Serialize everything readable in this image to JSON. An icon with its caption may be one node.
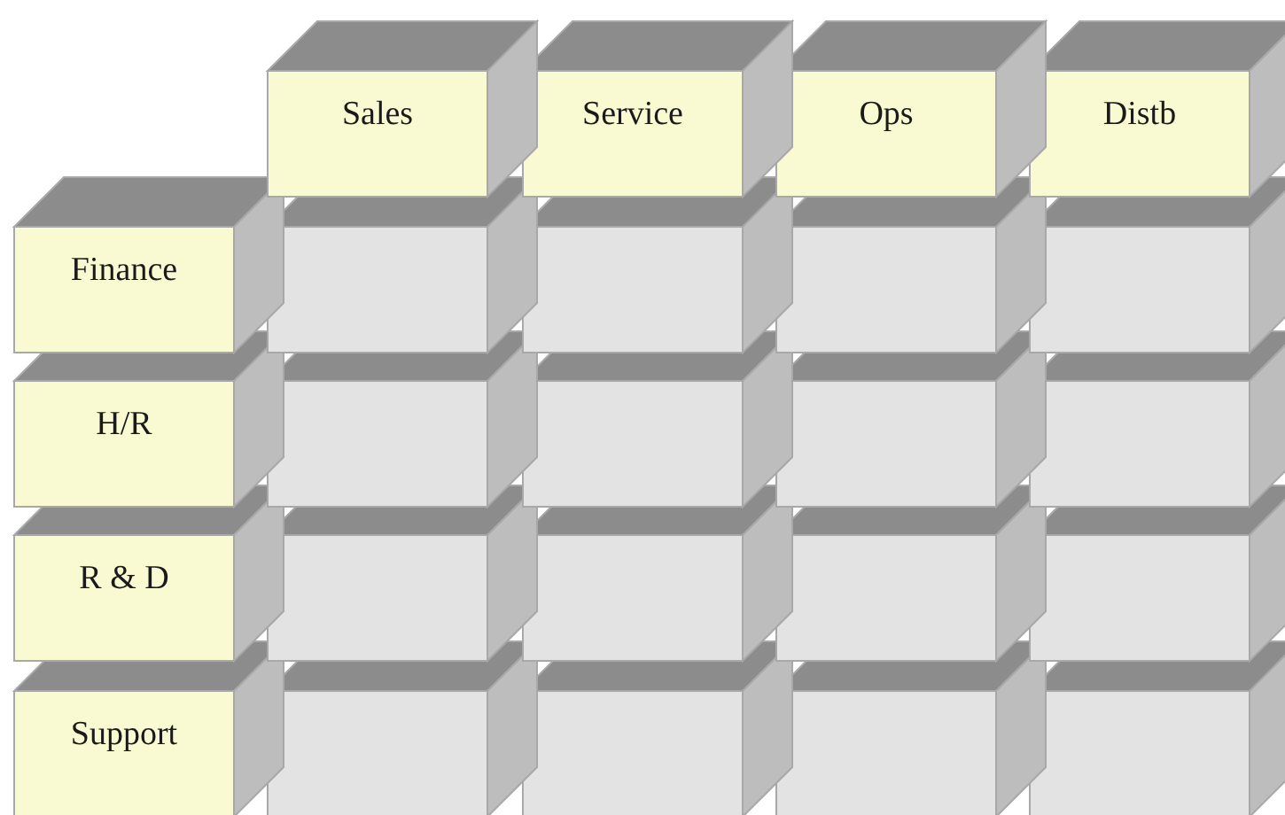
{
  "diagram": {
    "nodes": [
      {
        "text": [
          "Sales"
        ]
      },
      {
        "text": [
          "Service"
        ]
      },
      {
        "text": [
          "Ops"
        ]
      },
      {
        "text": [
          "Distb"
        ]
      },
      {
        "text": [
          "Finance"
        ]
      },
      {
        "text": [],
        "shape": "box"
      },
      {
        "text": [],
        "shape": "box"
      },
      {
        "text": [],
        "shape": "box"
      },
      {
        "text": [],
        "shape": "box"
      },
      {
        "text": [
          "H/R"
        ]
      },
      {
        "text": [],
        "shape": "box"
      },
      {
        "text": [],
        "shape": "box"
      },
      {
        "text": [],
        "shape": "box"
      },
      {
        "text": [],
        "shape": "box"
      },
      {
        "text": [
          "R & D"
        ]
      },
      {
        "text": [],
        "shape": "box"
      },
      {
        "text": [],
        "shape": "box"
      },
      {
        "text": [],
        "shape": "box"
      },
      {
        "text": [],
        "shape": "box"
      },
      {
        "text": [
          "Support"
        ]
      },
      {
        "text": [],
        "shape": "box"
      },
      {
        "text": [],
        "shape": "box"
      },
      {
        "text": [],
        "shape": "box"
      },
      {
        "text": [],
        "shape": "box"
      }
    ]
  }
}
